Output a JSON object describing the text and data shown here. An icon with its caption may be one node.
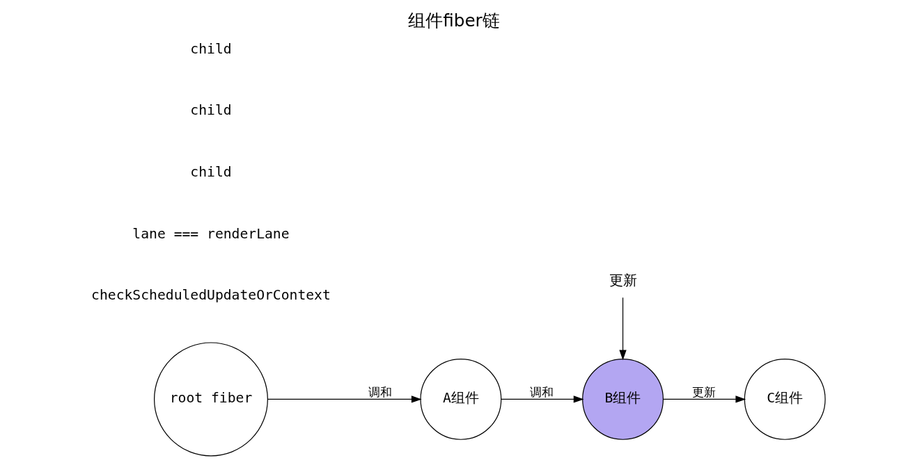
{
  "diagram": {
    "title": "组件fiber链",
    "nodes": [
      {
        "text": [
          "root fiber"
        ]
      },
      {
        "text": [
          "A组件"
        ]
      },
      {
        "text": [
          "B组件"
        ]
      },
      {
        "text": [
          "C组件"
        ]
      },
      {
        "text": [
          "更新"
        ]
      }
    ],
    "edges": [
      {
        "from": 0,
        "to": 1,
        "arrow": "to",
        "label": "调和"
      },
      {
        "from": 1,
        "to": 2,
        "arrow": "to",
        "label": "调和"
      },
      {
        "from": 2,
        "to": 3,
        "arrow": "to",
        "label": "更新"
      },
      {
        "from": 4,
        "to": 2,
        "arrow": "to"
      }
    ],
    "labels": [
      "checkScheduledUpdateOrContext",
      "lane === renderLane",
      "child",
      "child",
      "child"
    ]
  }
}
